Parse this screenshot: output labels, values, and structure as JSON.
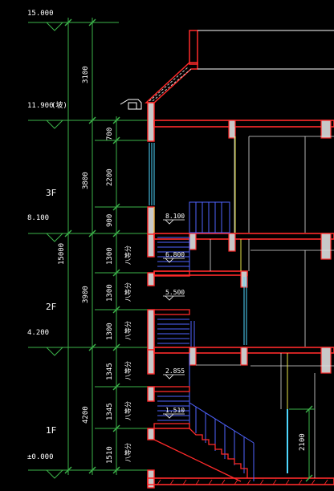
{
  "drawing": {
    "title": "",
    "background": "#000000",
    "colors": {
      "dimension": "#3cb44a",
      "text": "#ffffff",
      "wall": "#ff2a2a",
      "wall_fill": "#c8c8c8",
      "stair": "#4f63ff",
      "window": "#4fd8ff",
      "floor_line": "#ffffff",
      "yellow": "#e8e44a"
    },
    "elevations": [
      {
        "label": "15.000"
      },
      {
        "label": "11.900",
        "note": "(坡)"
      },
      {
        "label": "8.100"
      },
      {
        "label": "4.200"
      },
      {
        "label": "±0.000"
      }
    ],
    "overall_dims": [
      {
        "label": "15000"
      }
    ],
    "storey_dims": [
      {
        "label": "3100"
      },
      {
        "label": "3800"
      },
      {
        "label": "3900"
      },
      {
        "label": "4200"
      }
    ],
    "detail_dims": [
      {
        "label": "700"
      },
      {
        "label": "2200"
      },
      {
        "label": "900"
      },
      {
        "label": "1300"
      },
      {
        "label": "1300"
      },
      {
        "label": "1300"
      },
      {
        "label": "1345"
      },
      {
        "label": "1345"
      },
      {
        "label": "1510"
      }
    ],
    "stair_notes": [
      {
        "label": "八等分"
      },
      {
        "label": "八等分"
      },
      {
        "label": "八等分"
      },
      {
        "label": "八等分"
      },
      {
        "label": "八等分"
      },
      {
        "label": "八等分"
      }
    ],
    "floors": [
      {
        "label": "3F"
      },
      {
        "label": "2F"
      },
      {
        "label": "1F"
      }
    ],
    "landings": [
      {
        "label": "8.100"
      },
      {
        "label": "6.800"
      },
      {
        "label": "5.500"
      },
      {
        "label": "2.855"
      },
      {
        "label": "1.510"
      }
    ],
    "door_dim": {
      "label": "2100"
    }
  }
}
